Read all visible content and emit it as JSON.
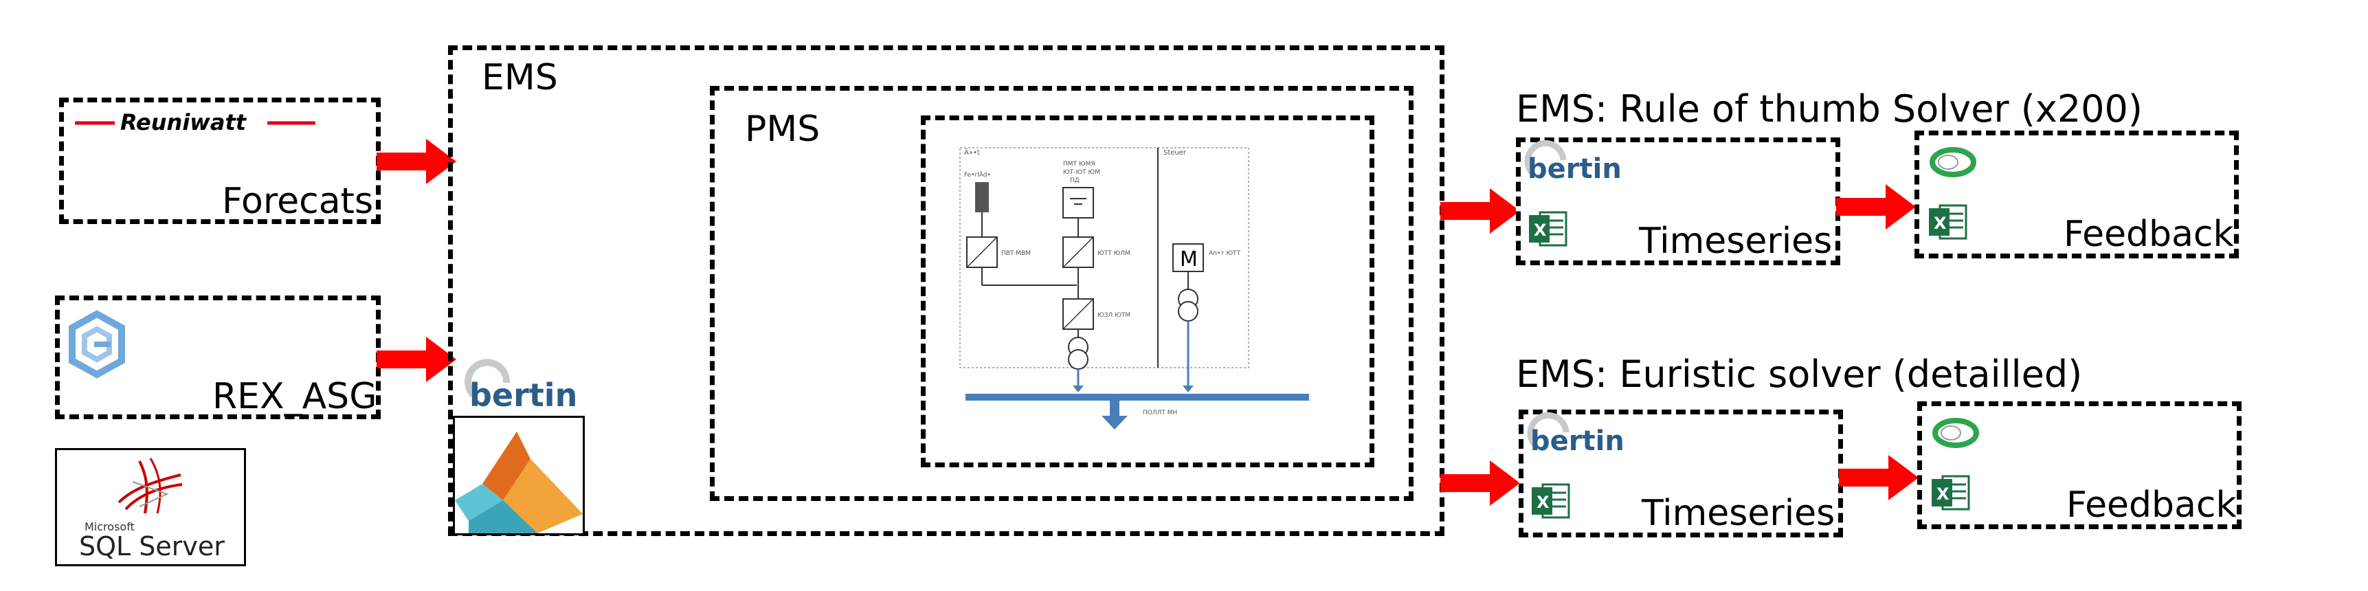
{
  "sources": {
    "forecasts": {
      "logo": "Reuniwatt",
      "label": "Forecats"
    },
    "rex": {
      "label": "REX_ASG"
    },
    "sql": {
      "brand": "Microsoft",
      "label": "SQL Server"
    }
  },
  "ems": {
    "label": "EMS",
    "bertin_logo": "bertin",
    "pms": {
      "label": "PMS",
      "schematic": {
        "left_header": "Ä»•t",
        "right_header": "Steuer",
        "labels": [
          "Fe•rlÄd•",
          "ПМТ ЮМЯ",
          "ЮТ-ЮТ ЮМ",
          "ПД",
          "ПВТ МВМ",
          "ЮТТ ЮЛМ",
          "ЮЗЛ ЮТМ",
          "Ап•т ЮТТ",
          "ПОЛЛТ МН"
        ],
        "motor_label": "M"
      }
    }
  },
  "solvers": [
    {
      "title": "EMS: Rule of thumb Solver (x200)",
      "bertin_logo": "bertin",
      "timeseries_label": "Timeseries",
      "feedback_label": "Feedback"
    },
    {
      "title": "EMS: Euristic solver (detailled)",
      "bertin_logo": "bertin",
      "timeseries_label": "Timeseries",
      "feedback_label": "Feedback"
    }
  ],
  "colors": {
    "arrow": "#ff0000",
    "bertin": "#2a5d8a",
    "excel": "#1d7044",
    "bus": "#4a7ebb"
  }
}
